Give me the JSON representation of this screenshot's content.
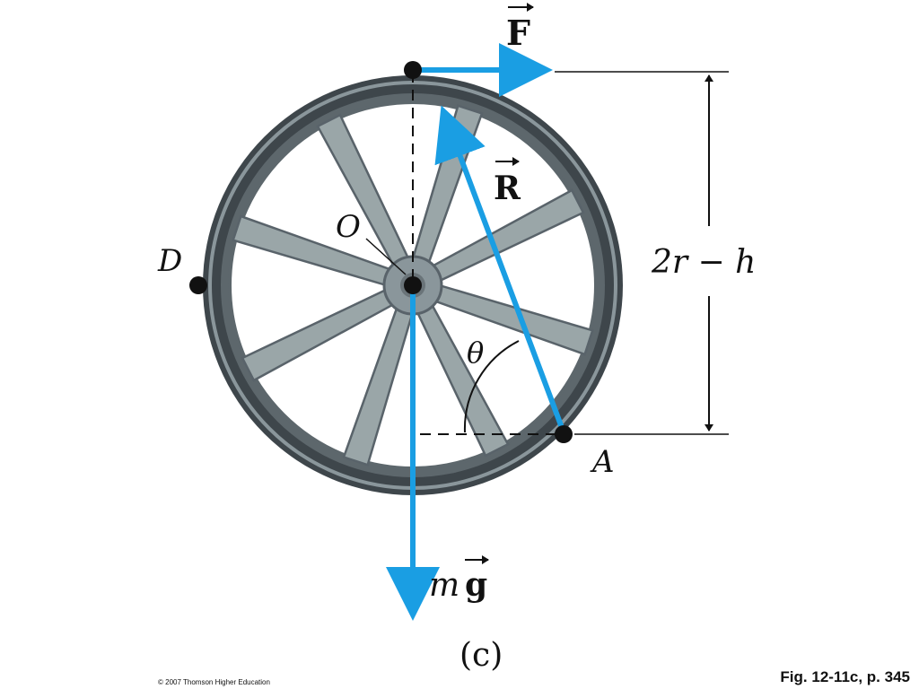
{
  "figure": {
    "labels": {
      "force_top": "F",
      "reaction": "R",
      "gravity_m": "m",
      "gravity_g": "g",
      "center": "O",
      "point_left": "D",
      "point_contact": "A",
      "angle": "θ",
      "height": "2r − h",
      "panel": "(c)"
    },
    "caption": "Fig. 12-11c, p. 345",
    "copyright": "© 2007 Thomson Higher Education"
  },
  "colors": {
    "vector": "#1a9ee3",
    "tire_outer": "#4a5358",
    "tire_inner": "#8a969b",
    "spoke": "#9aa6a8",
    "spoke_edge": "#59636a",
    "point": "#111111"
  }
}
